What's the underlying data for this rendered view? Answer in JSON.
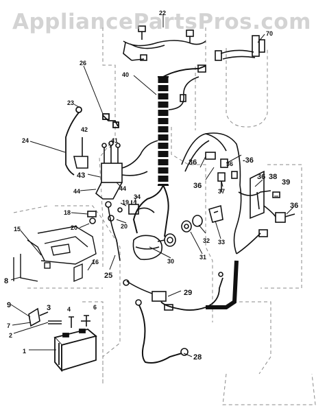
{
  "watermark": "AppliancePartsPros.com",
  "colors": {
    "line": "#111111",
    "ghost": "#8a8a8a",
    "watermark": "#b4b4b4"
  },
  "part_labels": [
    "22",
    "70",
    "26",
    "40",
    "23",
    "42",
    "24",
    "41",
    "43",
    "44",
    "44",
    "36",
    "36",
    "36",
    "-36",
    "36",
    "38",
    "39",
    "36",
    "34",
    "19",
    "18",
    "20",
    "20",
    "15",
    "16",
    "8",
    "25",
    "30",
    "31",
    "32",
    "33",
    "37",
    "29",
    "9",
    "7",
    "3",
    "4",
    "6",
    "2",
    "1",
    "28"
  ]
}
